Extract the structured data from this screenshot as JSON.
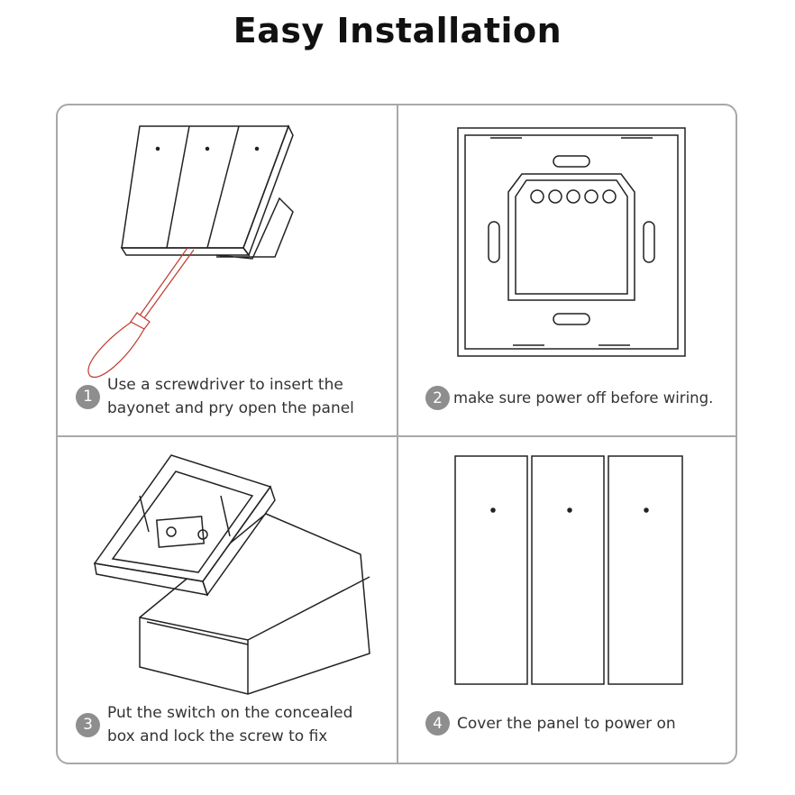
{
  "title": "Easy Installation",
  "steps": [
    {
      "number": "1",
      "text_line1": "Use a screwdriver to insert the",
      "text_line2": "bayonet and pry open the panel"
    },
    {
      "number": "2",
      "text_line1": "make sure power off before wiring.",
      "text_line2": ""
    },
    {
      "number": "3",
      "text_line1": "Put the switch on the concealed",
      "text_line2": "box and lock the screw to fix"
    },
    {
      "number": "4",
      "text_line1": "Cover the panel to power on",
      "text_line2": ""
    }
  ],
  "colors": {
    "screwdriver": "#c0392b",
    "badge": "#8e8e8e",
    "border": "#a8a8a8"
  }
}
